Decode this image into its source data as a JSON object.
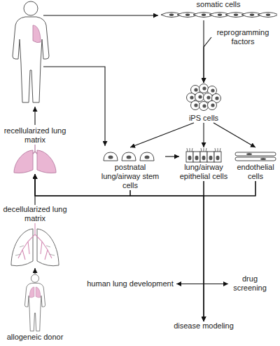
{
  "diagram": {
    "nodes": [
      {
        "text": [
          "somatic cells"
        ]
      },
      {
        "text": [
          "reprogramming factors"
        ]
      },
      {
        "text": [
          "iPS cells"
        ]
      },
      {
        "text": [
          "postnatal lung/airway stem cells"
        ]
      },
      {
        "text": [
          "lung/airway epithelial cells"
        ]
      },
      {
        "text": [
          "endothelial cells"
        ]
      },
      {
        "text": [
          "recellularized lung matrix"
        ]
      },
      {
        "text": [
          "decellularized lung matrix"
        ]
      },
      {
        "text": [
          "human lung development"
        ]
      },
      {
        "text": [
          "drug screening"
        ]
      },
      {
        "text": [
          "disease modeling"
        ]
      },
      {
        "text": [
          "allogeneic donor"
        ]
      }
    ],
    "edges": [
      {
        "from": 0,
        "to": 2,
        "arrow": "to"
      },
      {
        "from": 1,
        "to": 2,
        "arrow": "to"
      },
      {
        "from": 2,
        "to": 3,
        "arrow": "to"
      },
      {
        "from": 2,
        "to": 4,
        "arrow": "to"
      },
      {
        "from": 2,
        "to": 5,
        "arrow": "to"
      },
      {
        "from": 3,
        "to": 4,
        "arrow": "to"
      },
      {
        "from": 3,
        "to": 10,
        "arrow": "to"
      },
      {
        "from": 4,
        "to": 10,
        "arrow": "to"
      },
      {
        "from": 5,
        "to": 10,
        "arrow": "to"
      },
      {
        "from": 3,
        "to": 6,
        "arrow": "to"
      },
      {
        "from": 4,
        "to": 6,
        "arrow": "to"
      },
      {
        "from": 5,
        "to": 6,
        "arrow": "to"
      },
      {
        "from": 8,
        "to": 9,
        "arrow": "both"
      },
      {
        "from": 7,
        "to": 6,
        "arrow": "to"
      },
      {
        "from": 11,
        "to": 7,
        "arrow": "to"
      }
    ]
  }
}
